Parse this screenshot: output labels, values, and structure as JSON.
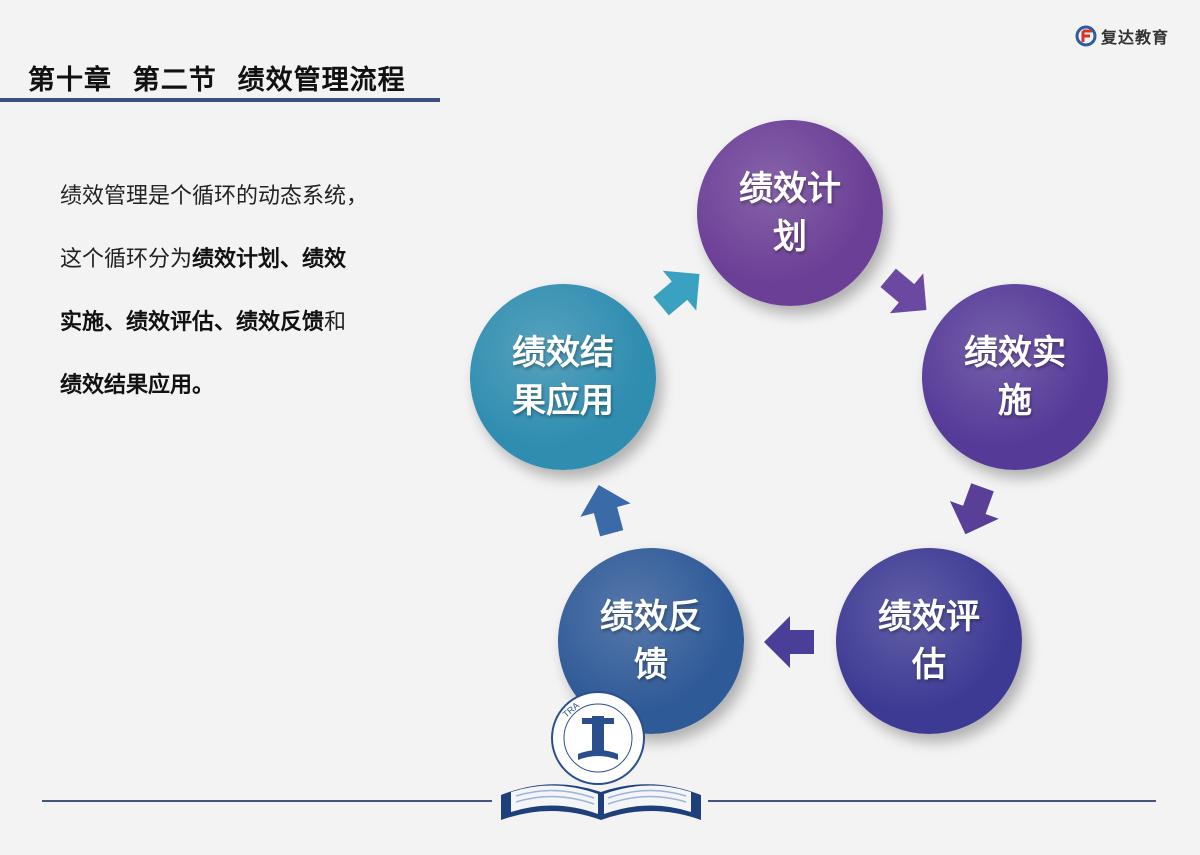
{
  "brand": {
    "name": "复达教育",
    "color": "#d9322a"
  },
  "header": {
    "title": "第十章  第二节  绩效管理流程"
  },
  "body": {
    "line1": "绩效管理是个循环的动态系统，",
    "line2_plain": "这个循环分为",
    "line2_bold": "绩效计划、绩效",
    "line3_bold1": "实施、绩效评估、绩效反馈",
    "line3_plain": "和",
    "line4_bold": "绩效结果应用。"
  },
  "cycle": {
    "nodes": [
      {
        "id": "plan",
        "label": "绩效计划",
        "color": "#6b3f96"
      },
      {
        "id": "implement",
        "label": "绩效实施",
        "color": "#553a98"
      },
      {
        "id": "evaluate",
        "label": "绩效评估",
        "color": "#3d3a94"
      },
      {
        "id": "feedback",
        "label": "绩效反馈",
        "color": "#2f5a98"
      },
      {
        "id": "result",
        "label": "绩效结果应用",
        "color": "#2f8db0"
      }
    ],
    "arrow_colors": [
      "#6b49a0",
      "#5a3f98",
      "#4a3f98",
      "#3a6aa8",
      "#3aa2c0"
    ]
  },
  "emblem": {
    "icon": "school-emblem-icon",
    "text": "TRA"
  },
  "footer": {
    "icon": "open-book-icon"
  }
}
